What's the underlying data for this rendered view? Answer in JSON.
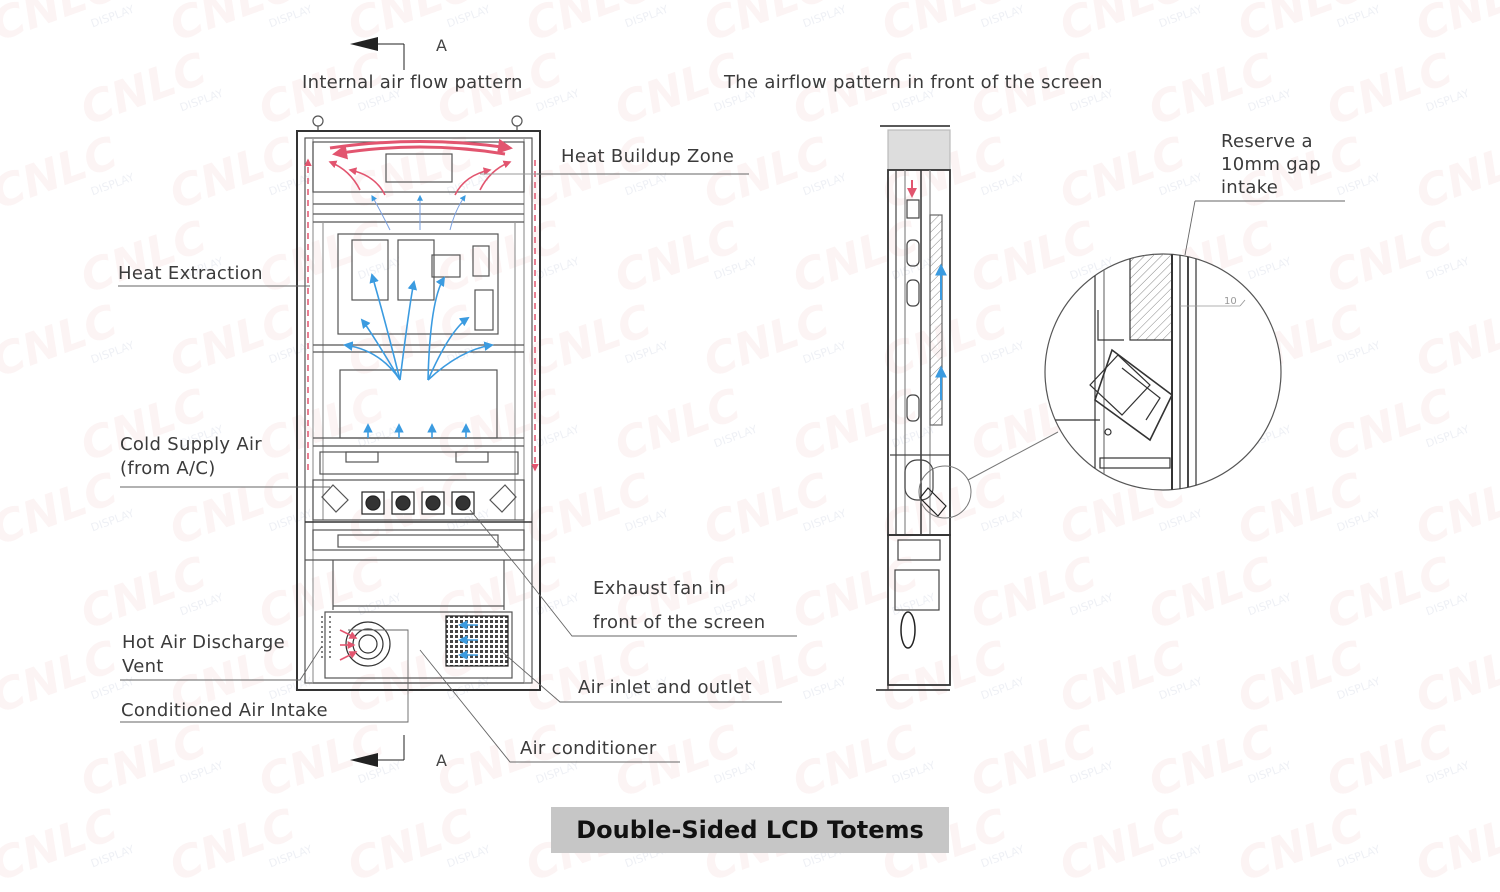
{
  "headings": {
    "internal": "Internal air flow pattern",
    "front": "The airflow pattern in front of the screen"
  },
  "section_marks": {
    "top": "A",
    "bottom": "A"
  },
  "labels": {
    "heat_buildup": "Heat Buildup Zone",
    "heat_extraction": "Heat Extraction",
    "cold_supply_1": "Cold Supply Air",
    "cold_supply_2": "(from A/C)",
    "hot_discharge_1": "Hot Air Discharge",
    "hot_discharge_2": "Vent",
    "conditioned_intake": "Conditioned Air Intake",
    "exhaust_fan_1": "Exhaust fan in",
    "exhaust_fan_2": "front of the screen",
    "air_inlet": "Air inlet and outlet",
    "air_conditioner": "Air conditioner",
    "reserve_1": "Reserve a",
    "reserve_2": "10mm gap",
    "reserve_3": "intake",
    "dim_10": "10"
  },
  "caption": "Double-Sided LCD Totems",
  "watermark": {
    "brand": "CNLC",
    "sub": "DISPLAY"
  },
  "colors": {
    "line": "#8a8a8a",
    "dark_line": "#333333",
    "hot_air": "#e2556f",
    "cold_air": "#3b9be0",
    "caption_bg": "#c6c6c6"
  }
}
